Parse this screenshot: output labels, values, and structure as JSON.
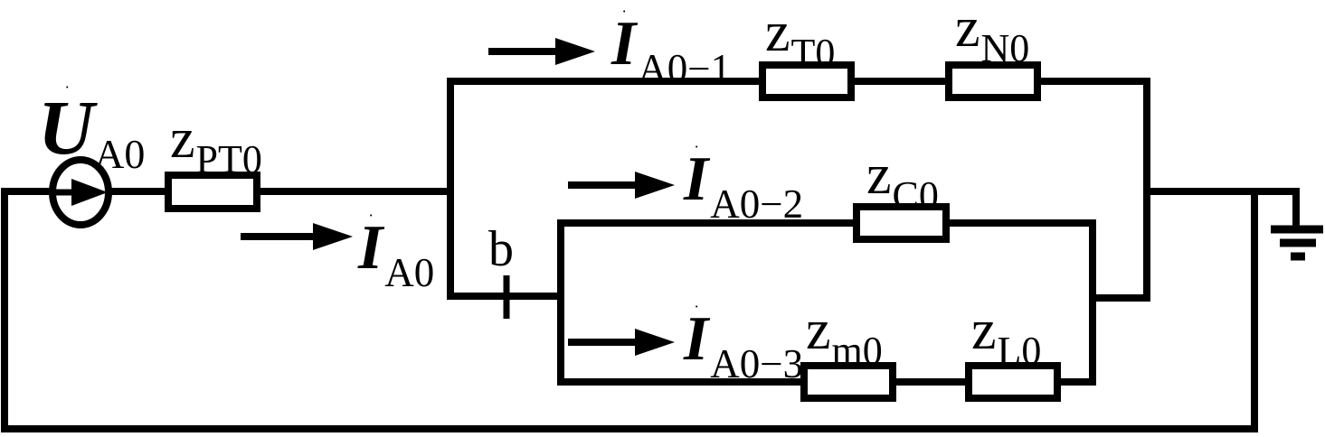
{
  "diagram": {
    "colors": {
      "ink": "#000000",
      "paper": "#ffffff"
    },
    "labels": {
      "source_voltage": {
        "dot": "˙",
        "base": "U",
        "sub": "A0"
      },
      "impedance_pt0": {
        "base": "z",
        "sub": "PT0"
      },
      "current_main": {
        "dot": "˙",
        "base": "I",
        "sub": "A0"
      },
      "current_branch1": {
        "dot": "˙",
        "base": "I",
        "sub": "A0−1"
      },
      "impedance_t0": {
        "base": "z",
        "sub": "T0"
      },
      "impedance_n0": {
        "base": "z",
        "sub": "N0"
      },
      "current_branch2": {
        "dot": "˙",
        "base": "I",
        "sub": "A0−2"
      },
      "impedance_c0": {
        "base": "z",
        "sub": "C0"
      },
      "node_b": "b",
      "current_branch3": {
        "dot": "˙",
        "base": "I",
        "sub": "A0−3"
      },
      "impedance_m0": {
        "base": "z",
        "sub": "m0"
      },
      "impedance_l0": {
        "base": "z",
        "sub": "L0"
      }
    }
  }
}
